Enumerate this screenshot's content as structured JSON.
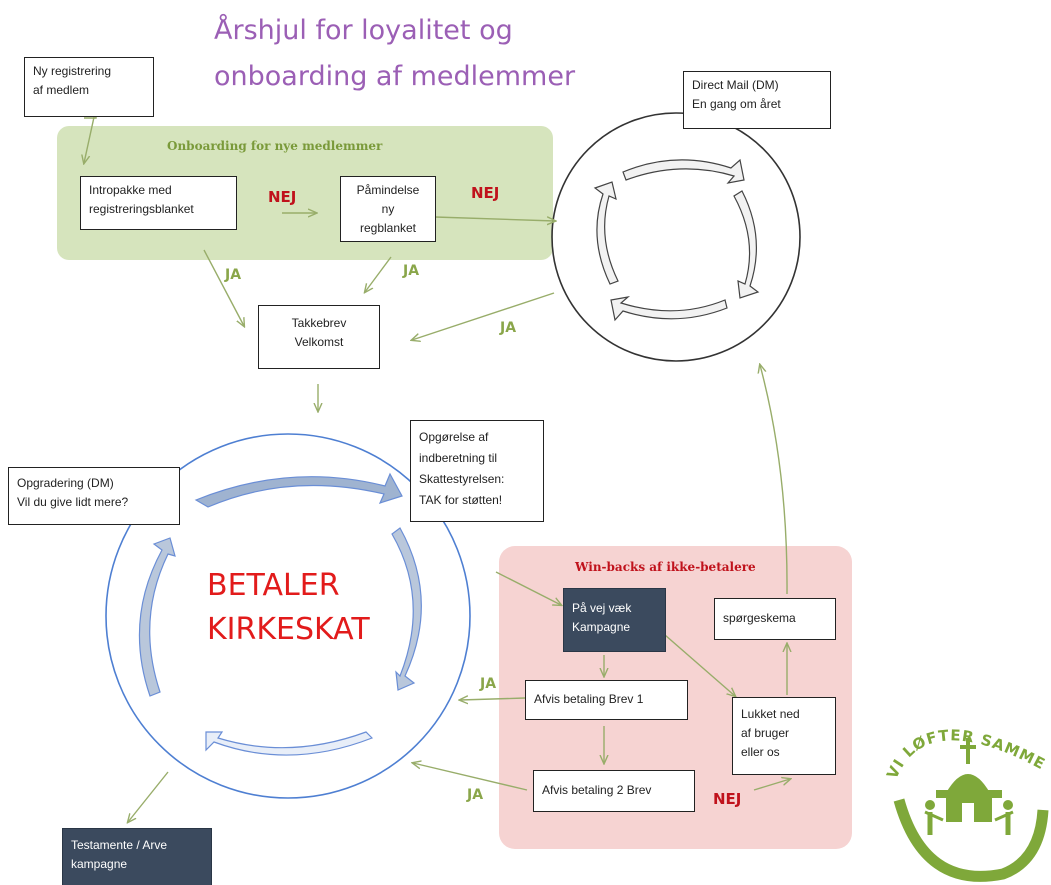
{
  "title_line1": "Årshjul for loyalitet og",
  "title_line2": "onboarding af medlemmer",
  "onboarding_label": "Onboarding for nye medlemmer",
  "winback_label": "Win-backs af ikke-betalere",
  "center_line1": "BETALER",
  "center_line2": "KIRKESKAT",
  "boxes": {
    "ny_registrering": [
      "Ny registrering",
      "af medlem"
    ],
    "intropakke": [
      "Intropakke med",
      "registreringsblanket"
    ],
    "paamindelse": [
      "Påmindelse",
      "ny",
      "regblanket"
    ],
    "direct_mail": [
      "Direct Mail (DM)",
      "En gang om året"
    ],
    "takkebrev": [
      "Takkebrev",
      "Velkomst"
    ],
    "opgoerelse": [
      "Opgørelse af",
      "indberetning til",
      "Skattestyrelsen:",
      "TAK for støtten!"
    ],
    "opgradering": [
      "Opgradering (DM)",
      "Vil du give lidt mere?"
    ],
    "paa_vej_vaek": [
      "På vej væk",
      "Kampagne"
    ],
    "spoergeskema": [
      "spørgeskema"
    ],
    "afvis1": [
      "Afvis betaling Brev 1"
    ],
    "lukket": [
      "Lukket ned",
      "af bruger",
      "eller os"
    ],
    "afvis2": [
      "Afvis betaling 2 Brev"
    ],
    "testamente": [
      "Testamente / Arve",
      "kampagne"
    ]
  },
  "ja": "JA",
  "nej": "NEJ",
  "logo_text": "VI LØFTER SAMMEN",
  "colors": {
    "title": "#9b5fb5",
    "onboarding_bg": "#d6e4bd",
    "winback_bg": "#f6d3d2",
    "arrow_green": "#98ad6a",
    "ja": "#8aa64a",
    "nej": "#c0121c",
    "center_text": "#e21b1b",
    "dark_box": "#3b4a5e",
    "logo": "#7fa83a"
  }
}
